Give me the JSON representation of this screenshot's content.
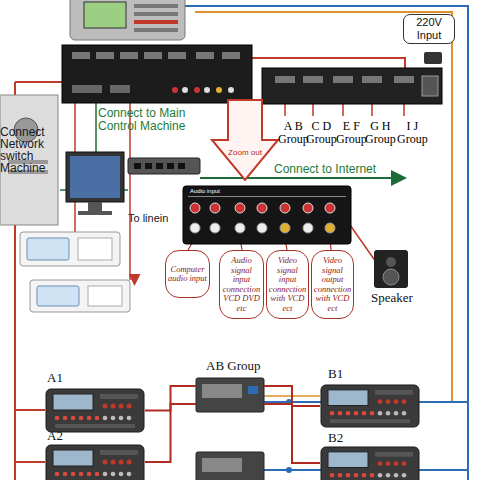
{
  "diagram": {
    "nodes": [
      {
        "text": [
          "220V Input"
        ]
      },
      {
        "text": [
          "Computer audio input"
        ]
      },
      {
        "text": [
          "Audio signal input connection VCD DVD etc"
        ]
      },
      {
        "text": [
          "Video signal input connection with VCD ect"
        ]
      },
      {
        "text": [
          "Video signal output connection with VCD ect"
        ]
      },
      {
        "text": [
          "AB Group"
        ]
      },
      {
        "text": [
          "A1"
        ]
      },
      {
        "text": [
          "A2"
        ]
      },
      {
        "text": [
          "B1"
        ]
      },
      {
        "text": [
          "B2"
        ]
      }
    ],
    "edges": [
      {
        "from": 6,
        "to": 5,
        "arrow": "none"
      },
      {
        "from": 7,
        "to": 5,
        "arrow": "none"
      },
      {
        "from": 8,
        "to": 5,
        "arrow": "none"
      },
      {
        "from": 9,
        "to": 5,
        "arrow": "none"
      }
    ],
    "labels": [
      "A B Group",
      "C D Group",
      "E F Group",
      "G H Group",
      "I J Group",
      "Connect to Main Control Machine",
      "Connect Network switch Machine",
      "Zoom out",
      "Connect to Internet",
      "To linein",
      "Speaker",
      "Audio input"
    ]
  }
}
